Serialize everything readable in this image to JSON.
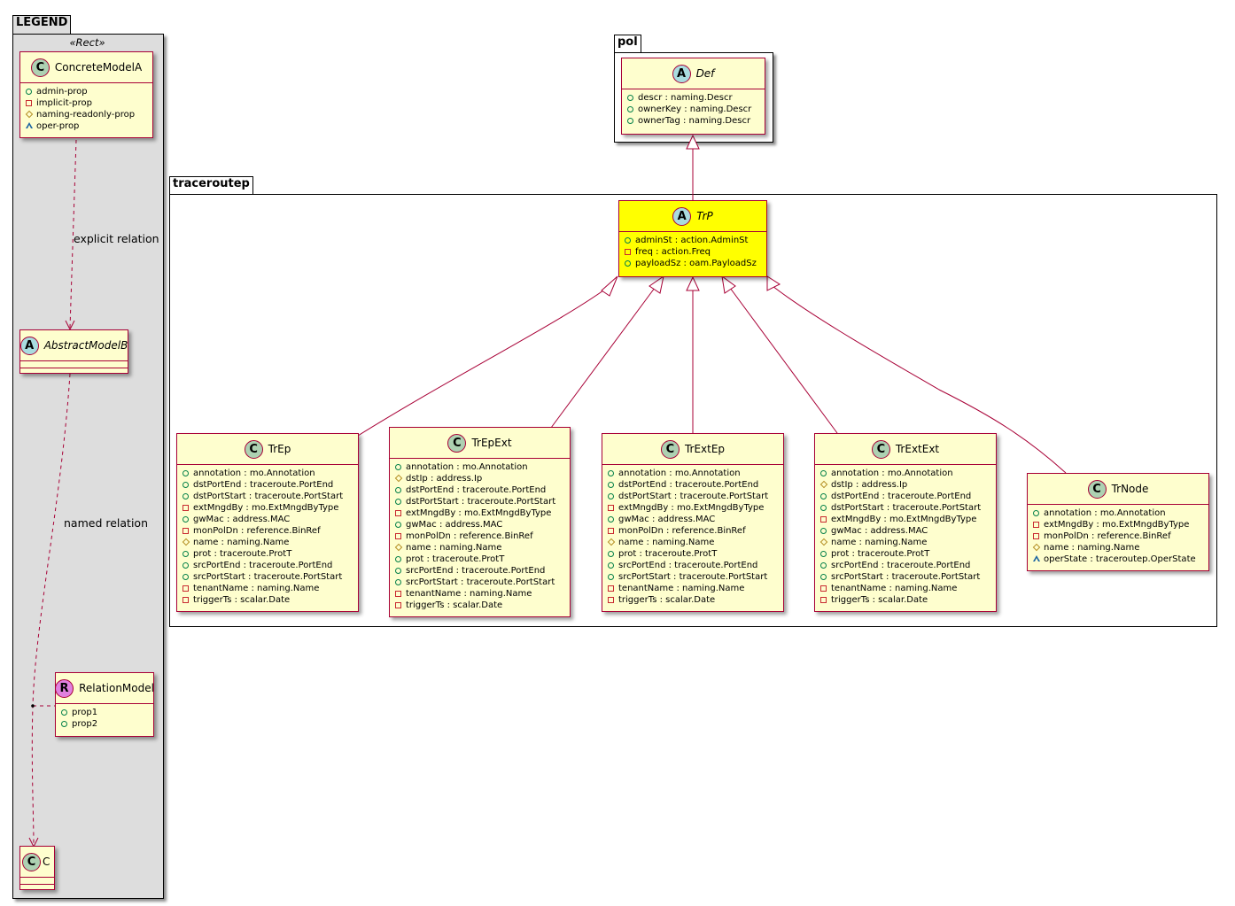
{
  "packages": {
    "legend": "LEGEND",
    "pol": "pol",
    "traceroutep": "traceroutep"
  },
  "legend": {
    "stereotype": "«Rect»",
    "concrete": {
      "name": "ConcreteModelA",
      "kind": "C",
      "attrs": [
        {
          "vis": "public",
          "text": "admin-prop"
        },
        {
          "vis": "private",
          "text": "implicit-prop"
        },
        {
          "vis": "protected",
          "text": "naming-readonly-prop"
        },
        {
          "vis": "package",
          "text": "oper-prop"
        }
      ]
    },
    "abstract": {
      "name": "AbstractModelB",
      "kind": "A"
    },
    "relation": {
      "name": "RelationModel",
      "kind": "R",
      "attrs": [
        {
          "vis": "public",
          "text": "prop1"
        },
        {
          "vis": "public",
          "text": "prop2"
        }
      ]
    },
    "c": {
      "name": "C",
      "kind": "C"
    },
    "explicit_label": "explicit relation",
    "named_label": "named relation"
  },
  "classes": {
    "def": {
      "name": "Def",
      "kind": "A",
      "attrs": [
        {
          "vis": "public",
          "text": "descr : naming.Descr"
        },
        {
          "vis": "public",
          "text": "ownerKey : naming.Descr"
        },
        {
          "vis": "public",
          "text": "ownerTag : naming.Descr"
        }
      ]
    },
    "trp": {
      "name": "TrP",
      "kind": "A",
      "highlight_color": "#ffff00",
      "attrs": [
        {
          "vis": "public",
          "text": "adminSt : action.AdminSt"
        },
        {
          "vis": "private",
          "text": "freq : action.Freq"
        },
        {
          "vis": "public",
          "text": "payloadSz : oam.PayloadSz"
        }
      ]
    },
    "trep": {
      "name": "TrEp",
      "kind": "C",
      "attrs": [
        {
          "vis": "public",
          "text": "annotation : mo.Annotation"
        },
        {
          "vis": "public",
          "text": "dstPortEnd : traceroute.PortEnd"
        },
        {
          "vis": "public",
          "text": "dstPortStart : traceroute.PortStart"
        },
        {
          "vis": "private",
          "text": "extMngdBy : mo.ExtMngdByType"
        },
        {
          "vis": "public",
          "text": "gwMac : address.MAC"
        },
        {
          "vis": "private",
          "text": "monPolDn : reference.BinRef"
        },
        {
          "vis": "protected",
          "text": "name : naming.Name"
        },
        {
          "vis": "public",
          "text": "prot : traceroute.ProtT"
        },
        {
          "vis": "public",
          "text": "srcPortEnd : traceroute.PortEnd"
        },
        {
          "vis": "public",
          "text": "srcPortStart : traceroute.PortStart"
        },
        {
          "vis": "private",
          "text": "tenantName : naming.Name"
        },
        {
          "vis": "private",
          "text": "triggerTs : scalar.Date"
        }
      ]
    },
    "trepext": {
      "name": "TrEpExt",
      "kind": "C",
      "attrs": [
        {
          "vis": "public",
          "text": "annotation : mo.Annotation"
        },
        {
          "vis": "protected",
          "text": "dstIp : address.Ip"
        },
        {
          "vis": "public",
          "text": "dstPortEnd : traceroute.PortEnd"
        },
        {
          "vis": "public",
          "text": "dstPortStart : traceroute.PortStart"
        },
        {
          "vis": "private",
          "text": "extMngdBy : mo.ExtMngdByType"
        },
        {
          "vis": "public",
          "text": "gwMac : address.MAC"
        },
        {
          "vis": "private",
          "text": "monPolDn : reference.BinRef"
        },
        {
          "vis": "protected",
          "text": "name : naming.Name"
        },
        {
          "vis": "public",
          "text": "prot : traceroute.ProtT"
        },
        {
          "vis": "public",
          "text": "srcPortEnd : traceroute.PortEnd"
        },
        {
          "vis": "public",
          "text": "srcPortStart : traceroute.PortStart"
        },
        {
          "vis": "private",
          "text": "tenantName : naming.Name"
        },
        {
          "vis": "private",
          "text": "triggerTs : scalar.Date"
        }
      ]
    },
    "trextep": {
      "name": "TrExtEp",
      "kind": "C",
      "attrs": [
        {
          "vis": "public",
          "text": "annotation : mo.Annotation"
        },
        {
          "vis": "public",
          "text": "dstPortEnd : traceroute.PortEnd"
        },
        {
          "vis": "public",
          "text": "dstPortStart : traceroute.PortStart"
        },
        {
          "vis": "private",
          "text": "extMngdBy : mo.ExtMngdByType"
        },
        {
          "vis": "public",
          "text": "gwMac : address.MAC"
        },
        {
          "vis": "private",
          "text": "monPolDn : reference.BinRef"
        },
        {
          "vis": "protected",
          "text": "name : naming.Name"
        },
        {
          "vis": "public",
          "text": "prot : traceroute.ProtT"
        },
        {
          "vis": "public",
          "text": "srcPortEnd : traceroute.PortEnd"
        },
        {
          "vis": "public",
          "text": "srcPortStart : traceroute.PortStart"
        },
        {
          "vis": "private",
          "text": "tenantName : naming.Name"
        },
        {
          "vis": "private",
          "text": "triggerTs : scalar.Date"
        }
      ]
    },
    "trextext": {
      "name": "TrExtExt",
      "kind": "C",
      "attrs": [
        {
          "vis": "public",
          "text": "annotation : mo.Annotation"
        },
        {
          "vis": "protected",
          "text": "dstIp : address.Ip"
        },
        {
          "vis": "public",
          "text": "dstPortEnd : traceroute.PortEnd"
        },
        {
          "vis": "public",
          "text": "dstPortStart : traceroute.PortStart"
        },
        {
          "vis": "private",
          "text": "extMngdBy : mo.ExtMngdByType"
        },
        {
          "vis": "public",
          "text": "gwMac : address.MAC"
        },
        {
          "vis": "protected",
          "text": "name : naming.Name"
        },
        {
          "vis": "public",
          "text": "prot : traceroute.ProtT"
        },
        {
          "vis": "public",
          "text": "srcPortEnd : traceroute.PortEnd"
        },
        {
          "vis": "public",
          "text": "srcPortStart : traceroute.PortStart"
        },
        {
          "vis": "private",
          "text": "tenantName : naming.Name"
        },
        {
          "vis": "private",
          "text": "triggerTs : scalar.Date"
        }
      ]
    },
    "trnode": {
      "name": "TrNode",
      "kind": "C",
      "attrs": [
        {
          "vis": "public",
          "text": "annotation : mo.Annotation"
        },
        {
          "vis": "private",
          "text": "extMngdBy : mo.ExtMngdByType"
        },
        {
          "vis": "private",
          "text": "monPolDn : reference.BinRef"
        },
        {
          "vis": "protected",
          "text": "name : naming.Name"
        },
        {
          "vis": "package",
          "text": "operState : traceroutep.OperState"
        }
      ]
    }
  },
  "colors": {
    "class_fill": "#fefece",
    "class_border": "#a80036",
    "highlight": "#ffff00",
    "legend_bg": "#dddddd",
    "edge": "#a80036"
  }
}
